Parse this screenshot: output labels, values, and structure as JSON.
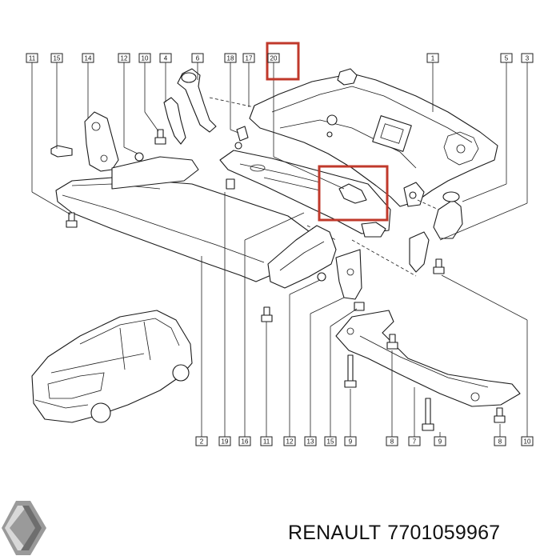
{
  "diagram": {
    "callouts": [
      {
        "id": "c11a",
        "label": "11"
      },
      {
        "id": "c15a",
        "label": "15"
      },
      {
        "id": "c14",
        "label": "14"
      },
      {
        "id": "c12a",
        "label": "12"
      },
      {
        "id": "c10a",
        "label": "10"
      },
      {
        "id": "c4",
        "label": "4"
      },
      {
        "id": "c6",
        "label": "6"
      },
      {
        "id": "c18",
        "label": "18"
      },
      {
        "id": "c17",
        "label": "17"
      },
      {
        "id": "c20",
        "label": "20"
      },
      {
        "id": "c1",
        "label": "1"
      },
      {
        "id": "c5",
        "label": "5"
      },
      {
        "id": "c3",
        "label": "3"
      },
      {
        "id": "c2",
        "label": "2"
      },
      {
        "id": "c19",
        "label": "19"
      },
      {
        "id": "c16",
        "label": "16"
      },
      {
        "id": "c11b",
        "label": "11"
      },
      {
        "id": "c12b",
        "label": "12"
      },
      {
        "id": "c13",
        "label": "13"
      },
      {
        "id": "c15b",
        "label": "15"
      },
      {
        "id": "c9a",
        "label": "9"
      },
      {
        "id": "c8a",
        "label": "8"
      },
      {
        "id": "c7",
        "label": "7"
      },
      {
        "id": "c9b",
        "label": "9"
      },
      {
        "id": "c8b",
        "label": "8"
      },
      {
        "id": "c10b",
        "label": "10"
      }
    ],
    "highlight_color": "#c0392b",
    "line_color": "#1a1a1a"
  },
  "footer": {
    "brand": "RENAULT",
    "part_number": "7701059967"
  }
}
